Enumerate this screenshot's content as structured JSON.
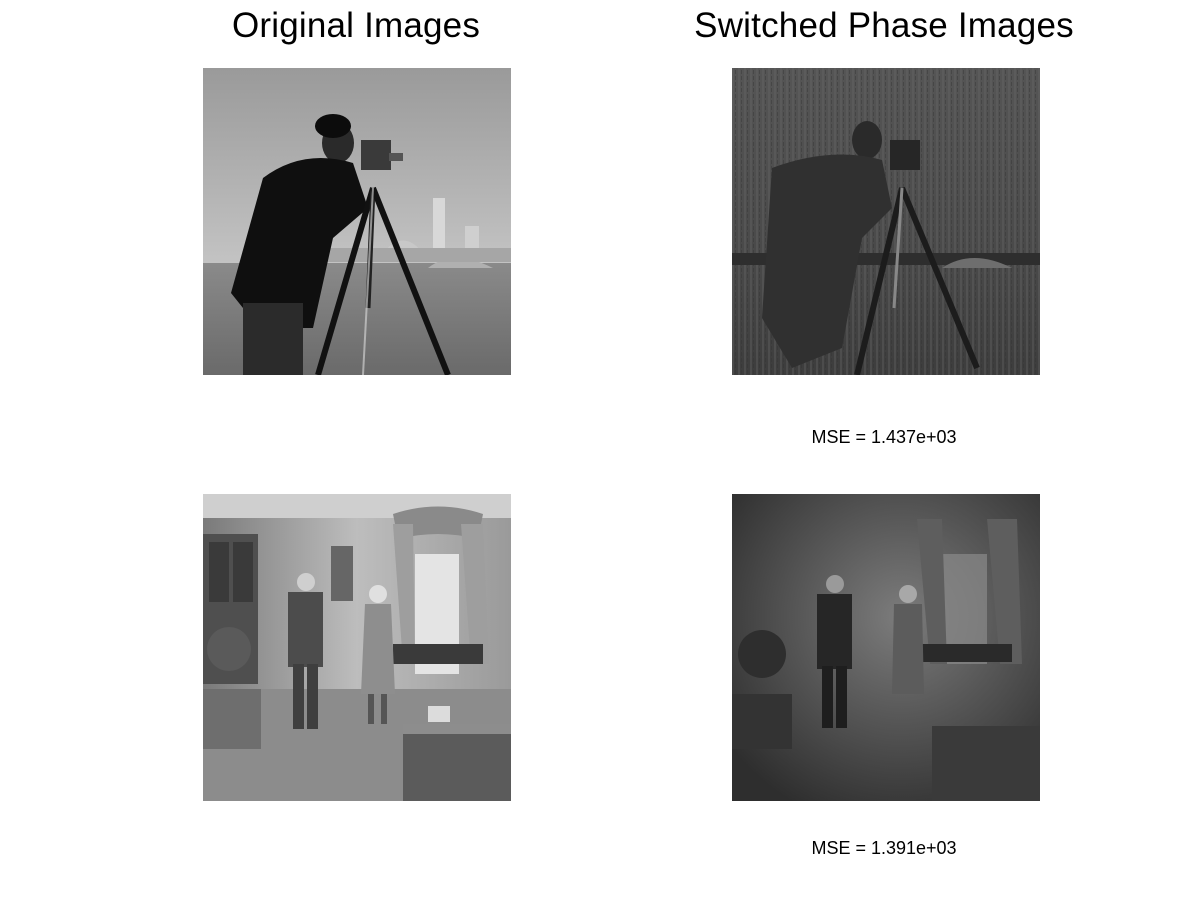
{
  "titles": {
    "left": "Original Images",
    "right": "Switched Phase Images"
  },
  "images": {
    "top_left": {
      "subject": "cameraman photograph (grayscale)"
    },
    "top_right": {
      "subject": "cameraman photograph with switched phase (grayscale)"
    },
    "bottom_left": {
      "subject": "living room scene with two people (grayscale)"
    },
    "bottom_right": {
      "subject": "living room scene with switched phase (grayscale)"
    }
  },
  "metrics": {
    "mse_top": "MSE = 1.437e+03",
    "mse_bottom": "MSE = 1.391e+03"
  }
}
